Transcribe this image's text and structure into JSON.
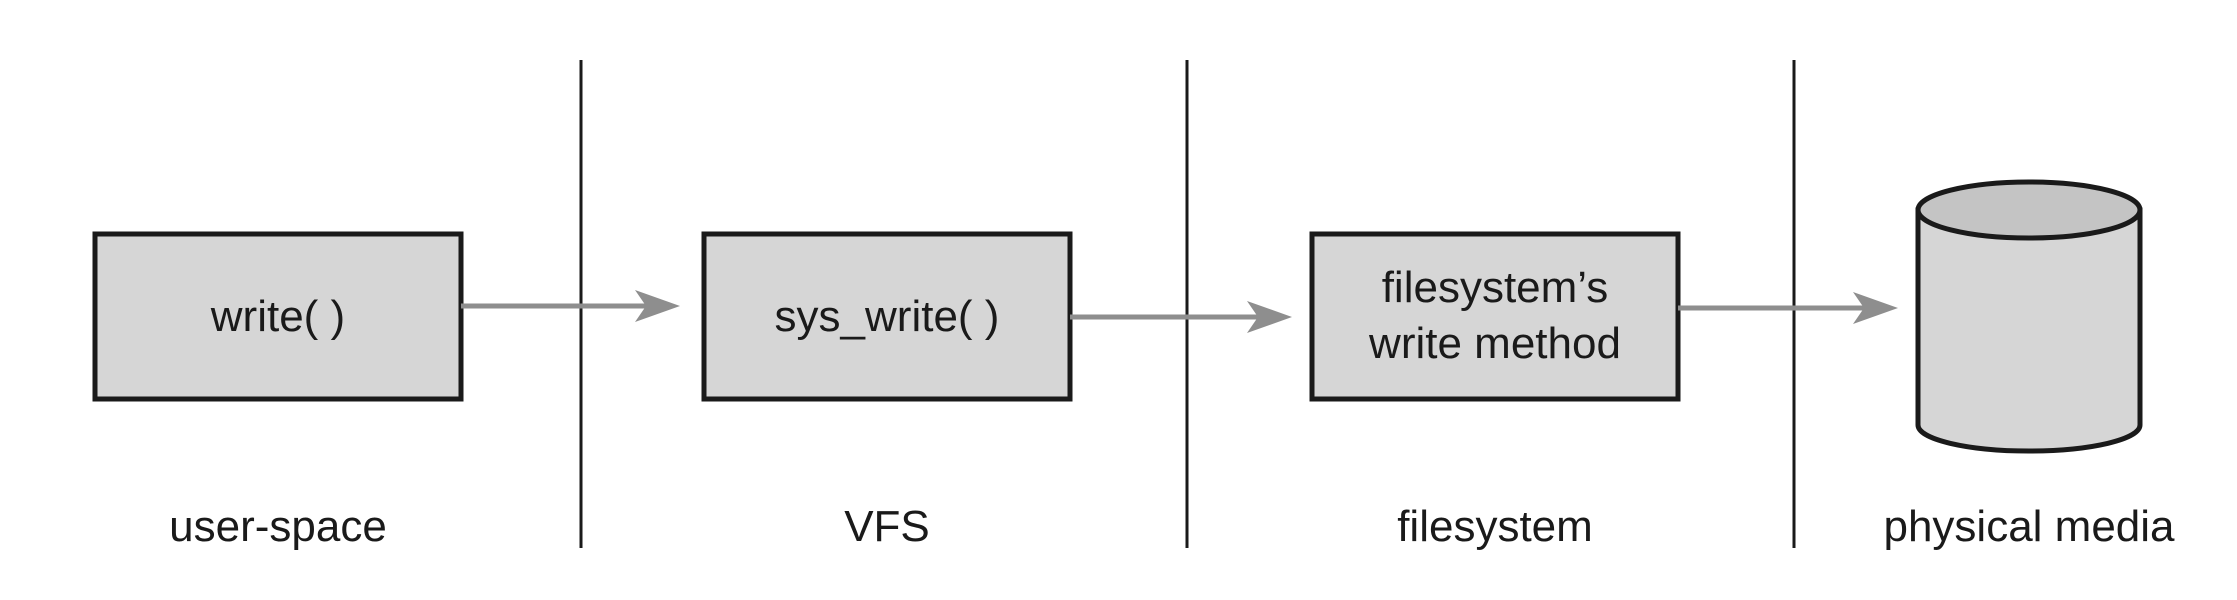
{
  "boxes": {
    "write": {
      "line1": "write( )"
    },
    "sys_write": {
      "line1": "sys_write( )"
    },
    "fs_method": {
      "line1": "filesystem’s",
      "line2": "write method"
    }
  },
  "layers": {
    "user_space": "user-space",
    "vfs": "VFS",
    "filesystem": "filesystem",
    "physical_media": "physical media"
  },
  "colors": {
    "box_fill": "#d6d6d6",
    "stroke": "#1a1a1a",
    "arrow": "#8e8e8e"
  },
  "icons": [
    "disk-cylinder-icon",
    "arrow-right-icon"
  ]
}
